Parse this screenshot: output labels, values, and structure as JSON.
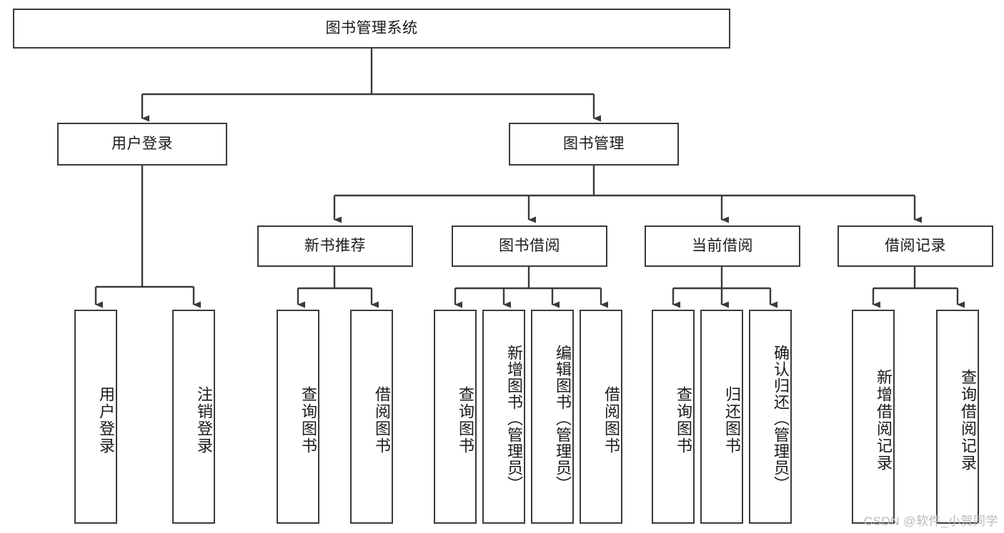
{
  "diagram": {
    "title": "图书管理系统",
    "watermark": "CSDN @软件_小贺同学",
    "accent_color": "#3a3a3a",
    "background_color": "#ffffff",
    "levels": {
      "root": {
        "label": "图书管理系统"
      },
      "level2": [
        {
          "label": "用户登录"
        },
        {
          "label": "图书管理"
        }
      ],
      "level3": [
        {
          "label": "新书推荐"
        },
        {
          "label": "图书借阅"
        },
        {
          "label": "当前借阅"
        },
        {
          "label": "借阅记录"
        }
      ],
      "leaves": {
        "user_login": [
          {
            "label": "用户登录"
          },
          {
            "label": "注销登录"
          }
        ],
        "new_book_recommend": [
          {
            "label": "查询图书"
          },
          {
            "label": "借阅图书"
          }
        ],
        "book_borrow": [
          {
            "label": "查询图书"
          },
          {
            "label": "新增图书（管理员）"
          },
          {
            "label": "编辑图书（管理员）"
          },
          {
            "label": "借阅图书"
          }
        ],
        "current_borrow": [
          {
            "label": "查询图书"
          },
          {
            "label": "归还图书"
          },
          {
            "label": "确认归还（管理员）"
          }
        ],
        "borrow_record": [
          {
            "label": "新增借阅记录"
          },
          {
            "label": "查询借阅记录"
          }
        ]
      }
    }
  }
}
